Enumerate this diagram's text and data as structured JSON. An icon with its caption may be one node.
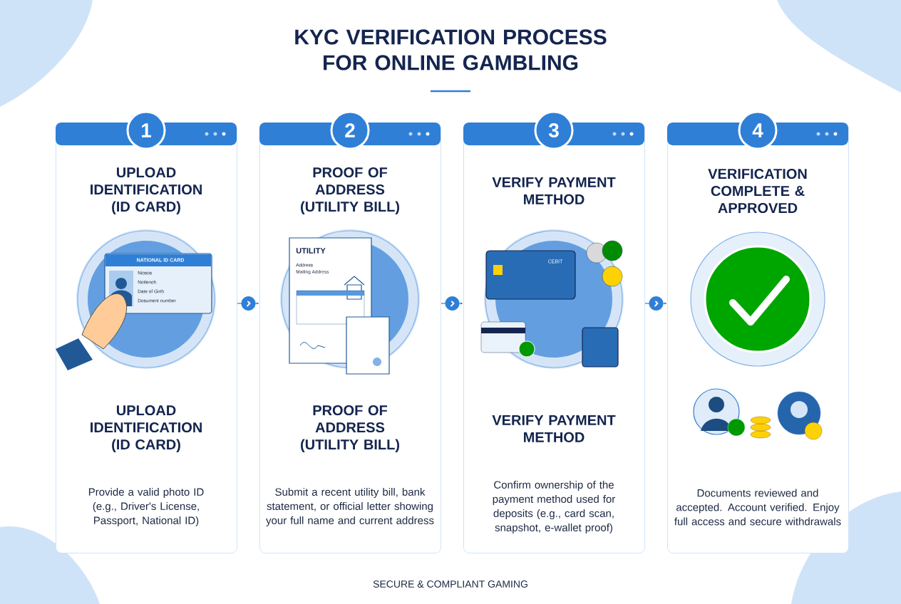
{
  "diagram": {
    "title": "KYC VERIFICATION PROCESS FOR ONLINE GAMBLING",
    "caption": "SECURE & COMPLIANT GAMING",
    "nodes": [
      {
        "text": [
          "1",
          "UPLOAD IDENTIFICATION (ID CARD)",
          "UPLOAD IDENTIFICATION (ID CARD)",
          "Provide a valid photo ID (e.g., Driver's License, Passport, National ID)"
        ]
      },
      {
        "text": [
          "2",
          "PROOF OF ADDRESS (UTILITY BILL)",
          "PROOF OF ADDRESS (UTILITY BILL)",
          "Submit a recent utility bill, bank statement, or official letter showing your full name and current address"
        ]
      },
      {
        "text": [
          "3",
          "VERIFY PAYMENT METHOD",
          "VERIFY PAYMENT METHOD",
          "Confirm ownership of the payment method used for deposits (e.g., card scan, snapshot, e-wallet proof)"
        ]
      },
      {
        "text": [
          "4",
          "VERIFICATION COMPLETE & APPROVED",
          "Documents reviewed and accepted. Account verified. Enjoy full access and secure withdrawals"
        ]
      }
    ],
    "edges": [
      {
        "from": 0,
        "to": 1,
        "arrow": "to"
      },
      {
        "from": 1,
        "to": 2,
        "arrow": "to"
      },
      {
        "from": 2,
        "to": 3,
        "arrow": "to"
      }
    ],
    "labels": [
      "NATIONAL ID CARD",
      "Niosos",
      "Notlenoh",
      "Date of Girth",
      "Dosument number",
      "UTILITY",
      "Address",
      "Mailing Address",
      "CEBIT"
    ]
  }
}
